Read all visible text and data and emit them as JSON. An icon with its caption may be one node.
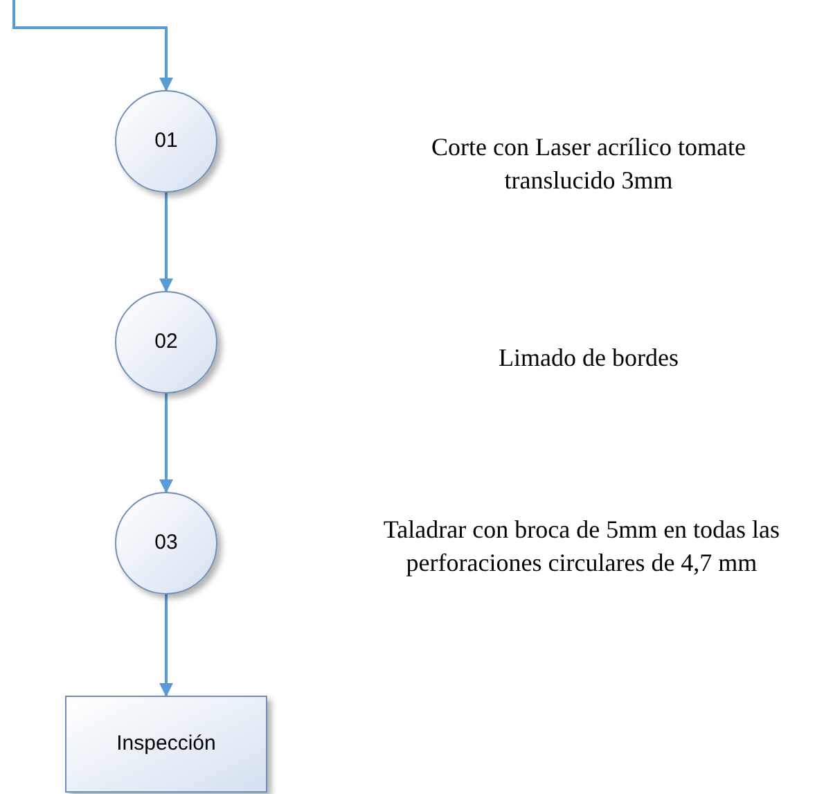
{
  "diagram": {
    "nodes": [
      {
        "text": [
          "01"
        ]
      },
      {
        "text": [
          "02"
        ]
      },
      {
        "text": [
          "03"
        ]
      },
      {
        "text": [
          "Inspección"
        ]
      }
    ],
    "edges": [
      {
        "from": null,
        "to": 0,
        "arrow": "to"
      },
      {
        "from": 0,
        "to": 1,
        "arrow": "to"
      },
      {
        "from": 1,
        "to": 2,
        "arrow": "to"
      },
      {
        "from": 2,
        "to": 3,
        "arrow": "to"
      }
    ],
    "labels": [
      "Corte con Laser acrílico tomate translucido 3mm",
      "Limado de bordes",
      "Taladrar con broca de 5mm en todas las perforaciones circulares de 4,7 mm"
    ]
  }
}
